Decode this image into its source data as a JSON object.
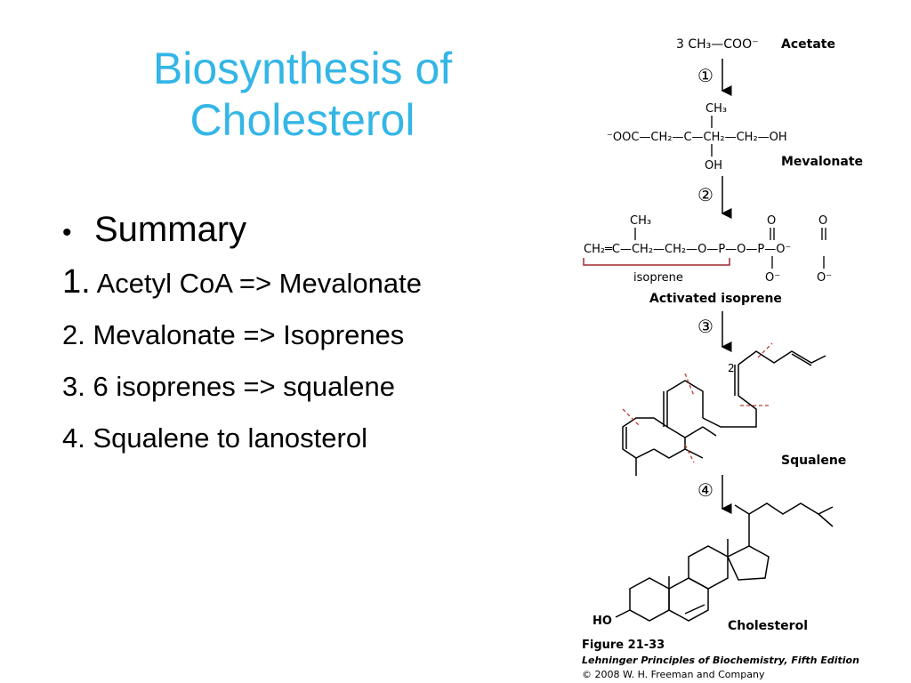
{
  "slide": {
    "title_line1": "Biosynthesis of",
    "title_line2": "Cholesterol",
    "bullet_marker": "•",
    "bullet_text": "Summary",
    "steps": [
      {
        "num": "1.",
        "text": " Acetyl CoA => Mevalonate"
      },
      {
        "num": "2.",
        "text": " Mevalonate => Isoprenes"
      },
      {
        "num": "3.",
        "text": " 6 isoprenes => squalene"
      },
      {
        "num": "4.",
        "text": " Squalene to lanosterol"
      }
    ],
    "title_color": "#33b6e6"
  },
  "figure": {
    "acetate_formula": "3 CH₃—COO⁻",
    "acetate_label": "Acetate",
    "step_markers": [
      "①",
      "②",
      "③",
      "④"
    ],
    "mevalonate_methyl": "CH₃",
    "mevalonate_chain": "⁻OOC—CH₂—C—CH₂—CH₂—OH",
    "mevalonate_oh": "OH",
    "mevalonate_label": "Mevalonate",
    "isoprene_methyl": "CH₃",
    "isoprene_chain": "CH₂═C—CH₂—CH₂—O—P—O—P—O⁻",
    "isoprene_o_top": "O",
    "isoprene_o_bottom": "O⁻",
    "isoprene_bracket_label": "isoprene",
    "activated_label": "Activated isoprene",
    "squalene_label": "Squalene",
    "squalene_number": "2",
    "cholesterol_ho": "HO",
    "cholesterol_label": "Cholesterol",
    "caption_figure": "Figure 21-33",
    "caption_book": "Lehninger Principles of Biochemistry, Fifth Edition",
    "caption_copyright": "© 2008 W. H. Freeman and Company",
    "bracket_color": "#a0282d",
    "cut_color": "#c0392b"
  }
}
